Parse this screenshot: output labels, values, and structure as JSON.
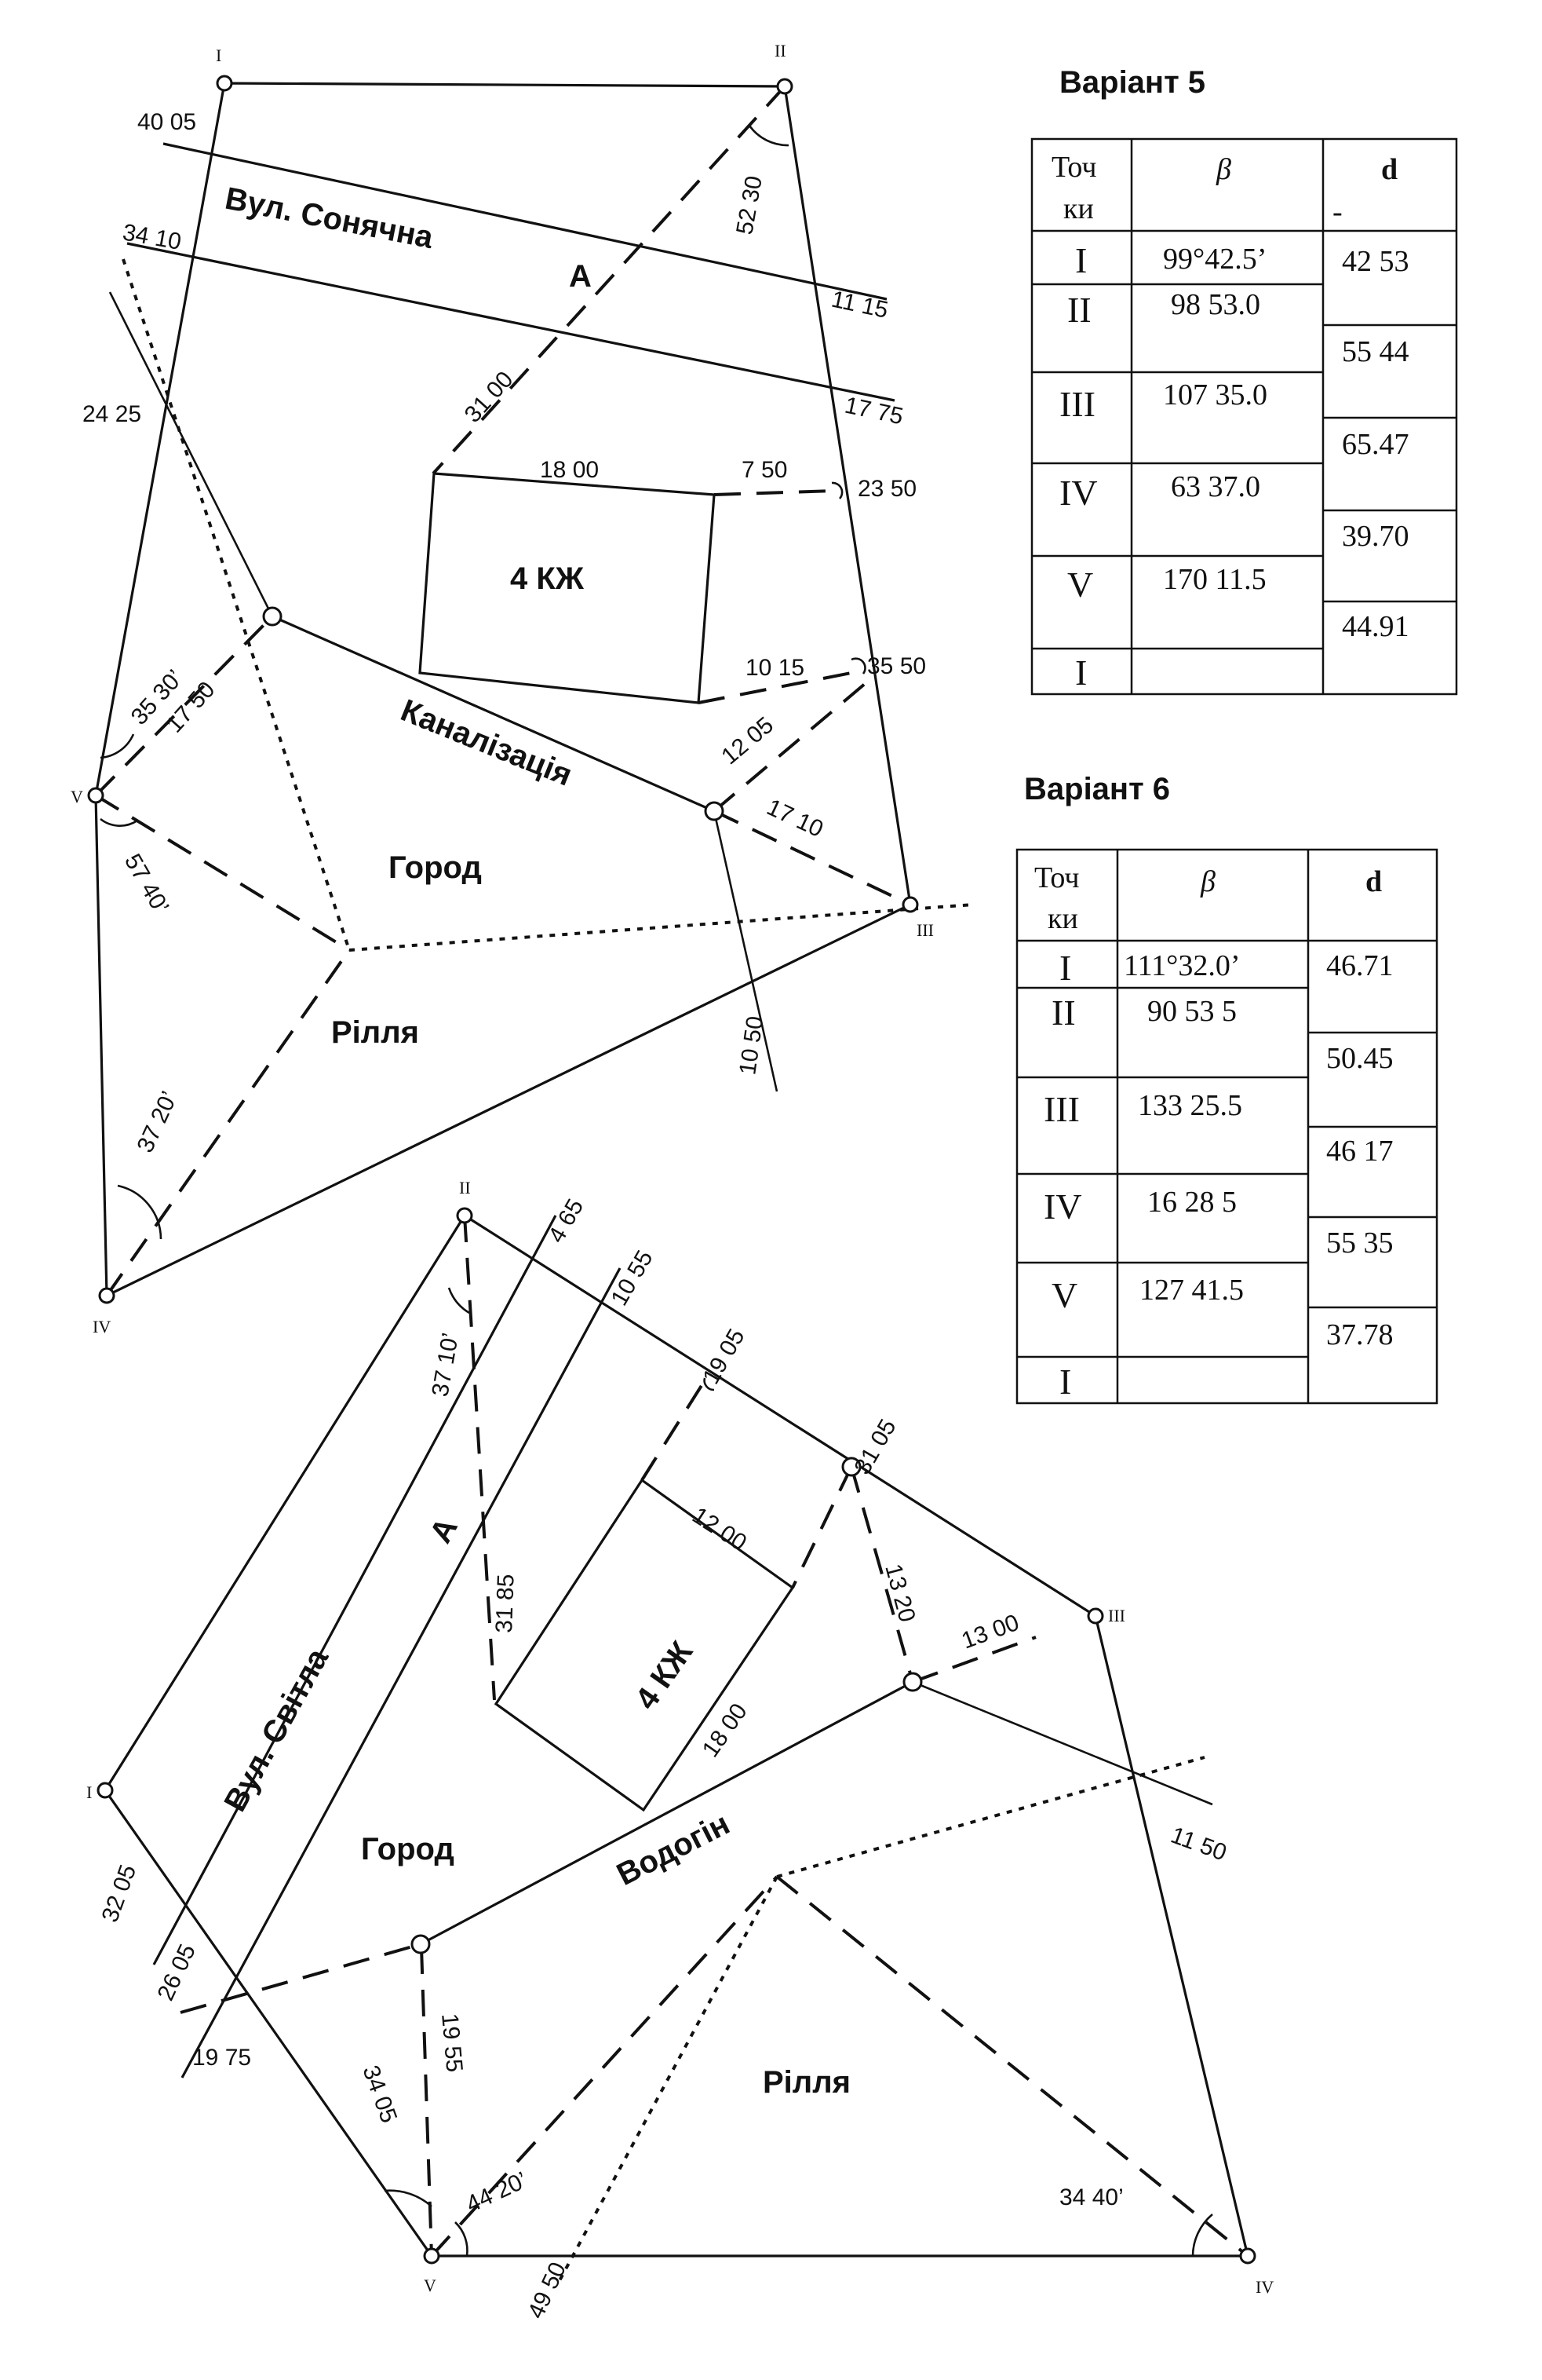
{
  "variant5": {
    "title": "Варіант 5",
    "headers": {
      "point_line1": "Точ",
      "point_line2": "ки",
      "beta": "β",
      "d": "d",
      "d_sub": "-"
    },
    "points": [
      "I",
      "II",
      "III",
      "IV",
      "V",
      "I"
    ],
    "beta": [
      "99°42.5’",
      "98 53.0",
      "107 35.0",
      "63 37.0",
      "170 11.5",
      ""
    ],
    "d": [
      "42 53",
      "55 44",
      "65.47",
      "39.70",
      "44.91"
    ]
  },
  "variant6": {
    "title": "Варіант 6",
    "headers": {
      "point_line1": "Точ",
      "point_line2": "ки",
      "beta": "β",
      "d": "d"
    },
    "points": [
      "I",
      "II",
      "III",
      "IV",
      "V",
      "I"
    ],
    "beta": [
      "111°32.0’",
      "90 53 5",
      "133 25.5",
      "16 28 5",
      "127 41.5",
      ""
    ],
    "d": [
      "46.71",
      "50.45",
      "46 17",
      "55 35",
      "37.78"
    ]
  },
  "plan1": {
    "vertices": [
      "I",
      "II",
      "III",
      "IV",
      "V"
    ],
    "labels": {
      "street": "Вул. Сонячна",
      "street_a": "А",
      "building": "4 КЖ",
      "sewer": "Каналізація",
      "garden": "Город",
      "field": "Рілля"
    },
    "measures": {
      "m4005": "40 05",
      "m3410": "34 10",
      "m2425": "24 25",
      "m5230": "52 30",
      "m1115": "11 15",
      "m1775": "17 75",
      "m3100": "31 00",
      "m1800": "18 00",
      "m750": "7 50",
      "m2350": "23 50",
      "m1015": "10 15",
      "m3550": "35 50",
      "m3530": "35 30’",
      "m1750": "17 50",
      "m1205": "12 05",
      "m1710": "17 10",
      "m5740": "57 40’",
      "m1050": "10 50",
      "m3720": "37 20’"
    }
  },
  "plan2": {
    "vertices": [
      "I",
      "II",
      "III",
      "IV",
      "V"
    ],
    "labels": {
      "street": "Вул. Світла",
      "street_a": "А",
      "building": "4 КЖ",
      "water": "Водогін",
      "garden": "Город",
      "field": "Рілля"
    },
    "measures": {
      "m465": "4 65",
      "m1055": "10 55",
      "m3710": "37 10’",
      "m1905": "19 05",
      "m3105": "31 05",
      "m3185": "31 85",
      "m1200": "12 00",
      "m1320": "13 20",
      "m1300": "13 00",
      "m1800": "18 00",
      "m3205": "32 05",
      "m2605": "26 05",
      "m1975": "19 75",
      "m3405": "34 05",
      "m1955": "19 55",
      "m1150": "11 50",
      "m4420": "44 20’",
      "m4950": "49 50",
      "m3440": "34 40’"
    }
  }
}
